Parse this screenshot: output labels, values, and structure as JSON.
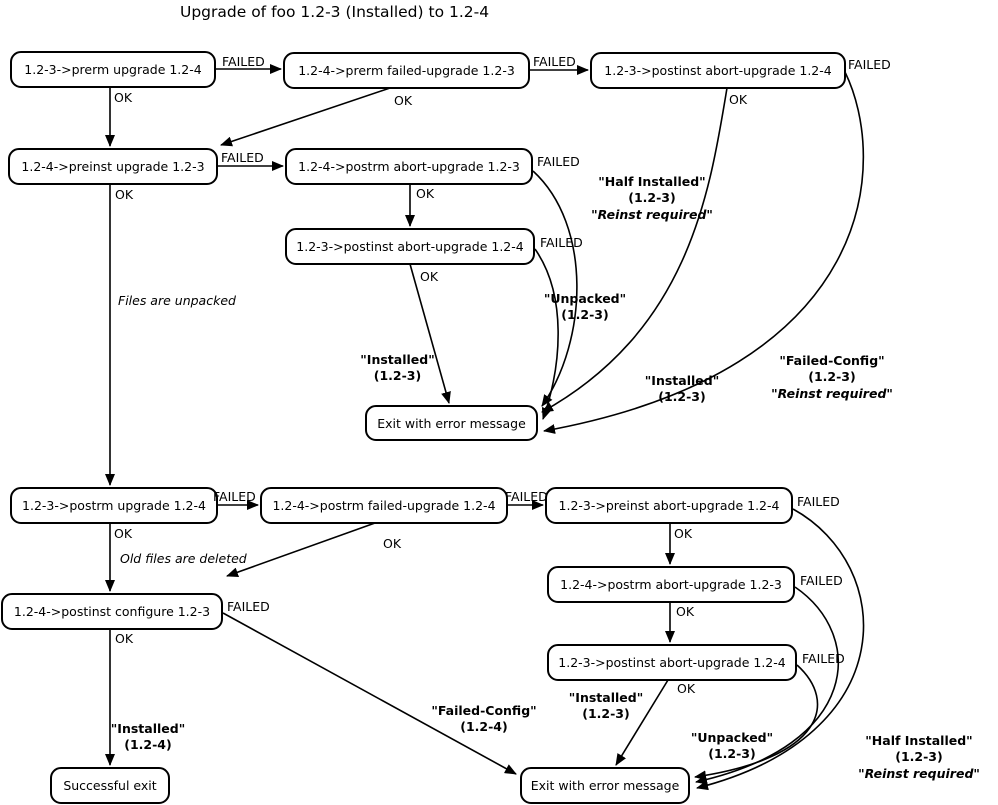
{
  "title": "Upgrade of foo 1.2-3 (Installed) to 1.2-4",
  "edge": {
    "ok": "OK",
    "failed": "FAILED"
  },
  "notes": {
    "files_unpacked": "Files are unpacked",
    "old_files_deleted": "Old files are deleted"
  },
  "nodes": {
    "prerm_upgrade": "1.2-3->prerm upgrade 1.2-4",
    "prerm_failed_upgrade": "1.2-4->prerm failed-upgrade 1.2-3",
    "postinst_abort_upgrade": "1.2-3->postinst abort-upgrade 1.2-4",
    "preinst_upgrade": "1.2-4->preinst upgrade 1.2-3",
    "postrm_abort_upgrade": "1.2-4->postrm abort-upgrade 1.2-3",
    "exit_error": "Exit with error message",
    "postrm_upgrade": "1.2-3->postrm upgrade 1.2-4",
    "postrm_failed_upgrade": "1.2-4->postrm failed-upgrade 1.2-4",
    "preinst_abort_upgrade": "1.2-3->preinst abort-upgrade 1.2-4",
    "postinst_configure": "1.2-4->postinst configure 1.2-3",
    "successful_exit": "Successful exit"
  },
  "states": {
    "installed_123": {
      "name": "\"Installed\"",
      "ver": "(1.2-3)"
    },
    "installed_124": {
      "name": "\"Installed\"",
      "ver": "(1.2-4)"
    },
    "unpacked_123": {
      "name": "\"Unpacked\"",
      "ver": "(1.2-3)"
    },
    "half_installed_123": {
      "name": "\"Half Installed\"",
      "ver": "(1.2-3)",
      "reinst": "\"Reinst required\""
    },
    "failed_config_123": {
      "name": "\"Failed-Config\"",
      "ver": "(1.2-3)",
      "reinst": "\"Reinst required\""
    },
    "failed_config_124": {
      "name": "\"Failed-Config\"",
      "ver": "(1.2-4)"
    }
  }
}
